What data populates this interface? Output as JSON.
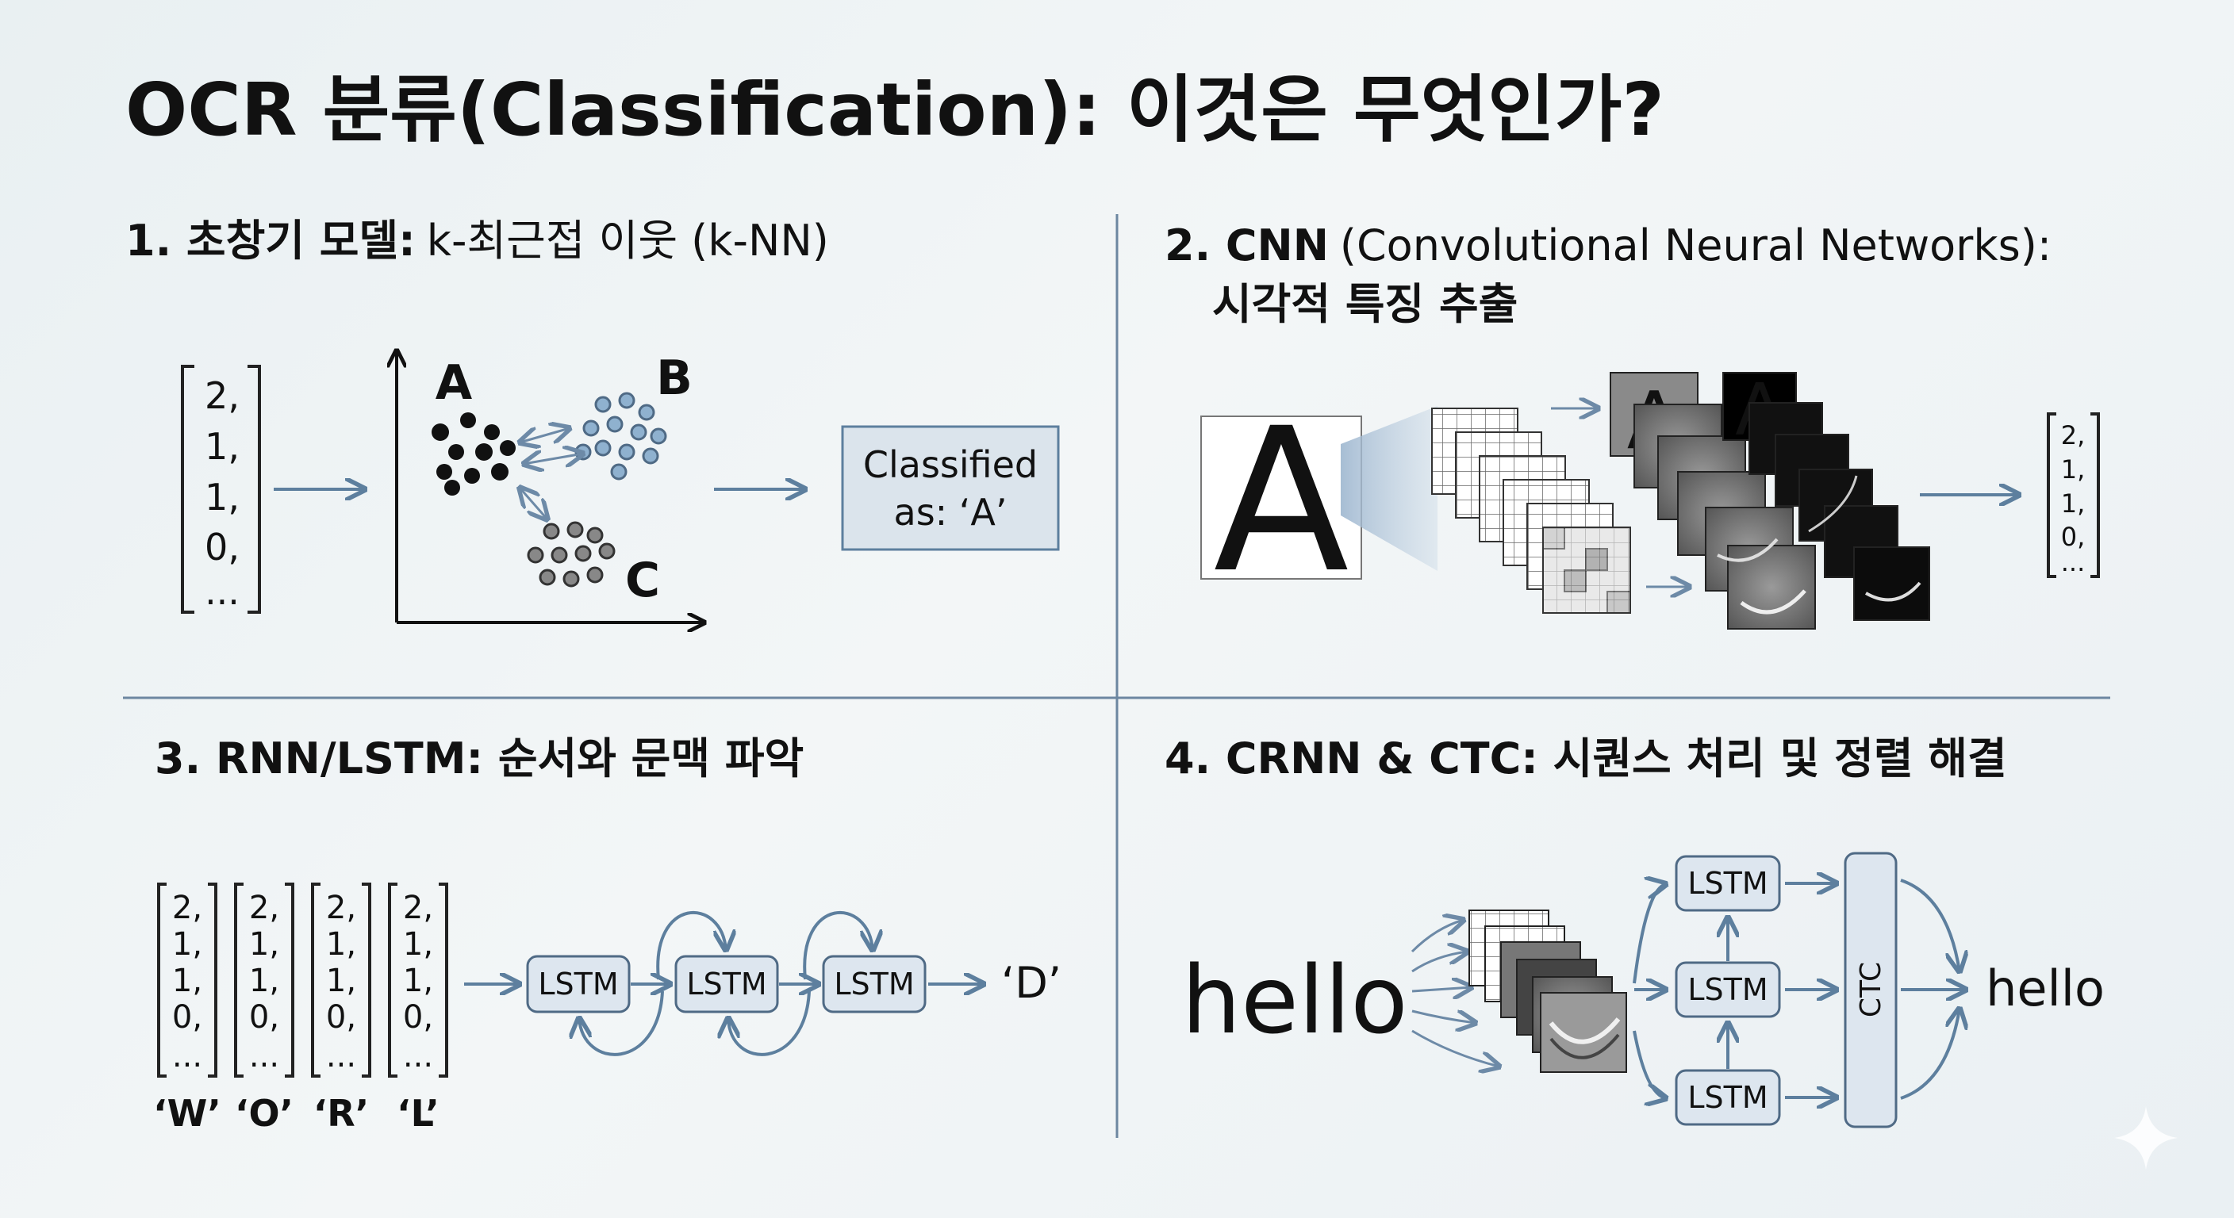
{
  "title": "OCR 분류(Classification): 이것은 무엇인가?",
  "sections": {
    "knn": {
      "heading_num": "1. 초창기 모델:",
      "heading_rest": "k-최근접 이웃 (k-NN)",
      "vector": [
        "2,",
        "1,",
        "1,",
        "0,",
        "..."
      ],
      "clusters": [
        "A",
        "B",
        "C"
      ],
      "result_line1": "Classified",
      "result_line2": "as: ‘A’"
    },
    "cnn": {
      "heading_bold": "2. CNN",
      "heading_rest": "(Convolutional Neural Networks):",
      "heading_line2": "시각적 특징 추출",
      "input_letter": "A",
      "vector": [
        "2,",
        "1,",
        "1,",
        "0,",
        "..."
      ]
    },
    "rnn": {
      "heading": "3. RNN/LSTM: 순서와 문맥 파악",
      "vectors": [
        {
          "values": [
            "2,",
            "1,",
            "1,",
            "0,",
            "..."
          ],
          "label": "‘W’"
        },
        {
          "values": [
            "2,",
            "1,",
            "1,",
            "0,",
            "..."
          ],
          "label": "‘O’"
        },
        {
          "values": [
            "2,",
            "1,",
            "1,",
            "0,",
            "..."
          ],
          "label": "‘R’"
        },
        {
          "values": [
            "2,",
            "1,",
            "1,",
            "0,",
            "..."
          ],
          "label": "‘L’"
        }
      ],
      "cell_label": "LSTM",
      "output": "‘D’"
    },
    "crnn": {
      "heading": "4. CRNN & CTC: 시퀀스 처리 및 정렬 해결",
      "input_word": "hello",
      "cell_label": "LSTM",
      "ctc_label": "CTC",
      "output_word": "hello"
    }
  },
  "colors": {
    "accent": "#5d7f9e",
    "box_fill": "#dde6ef",
    "box_stroke": "#4f6a85",
    "cluster_b": "#8fb1cf"
  }
}
